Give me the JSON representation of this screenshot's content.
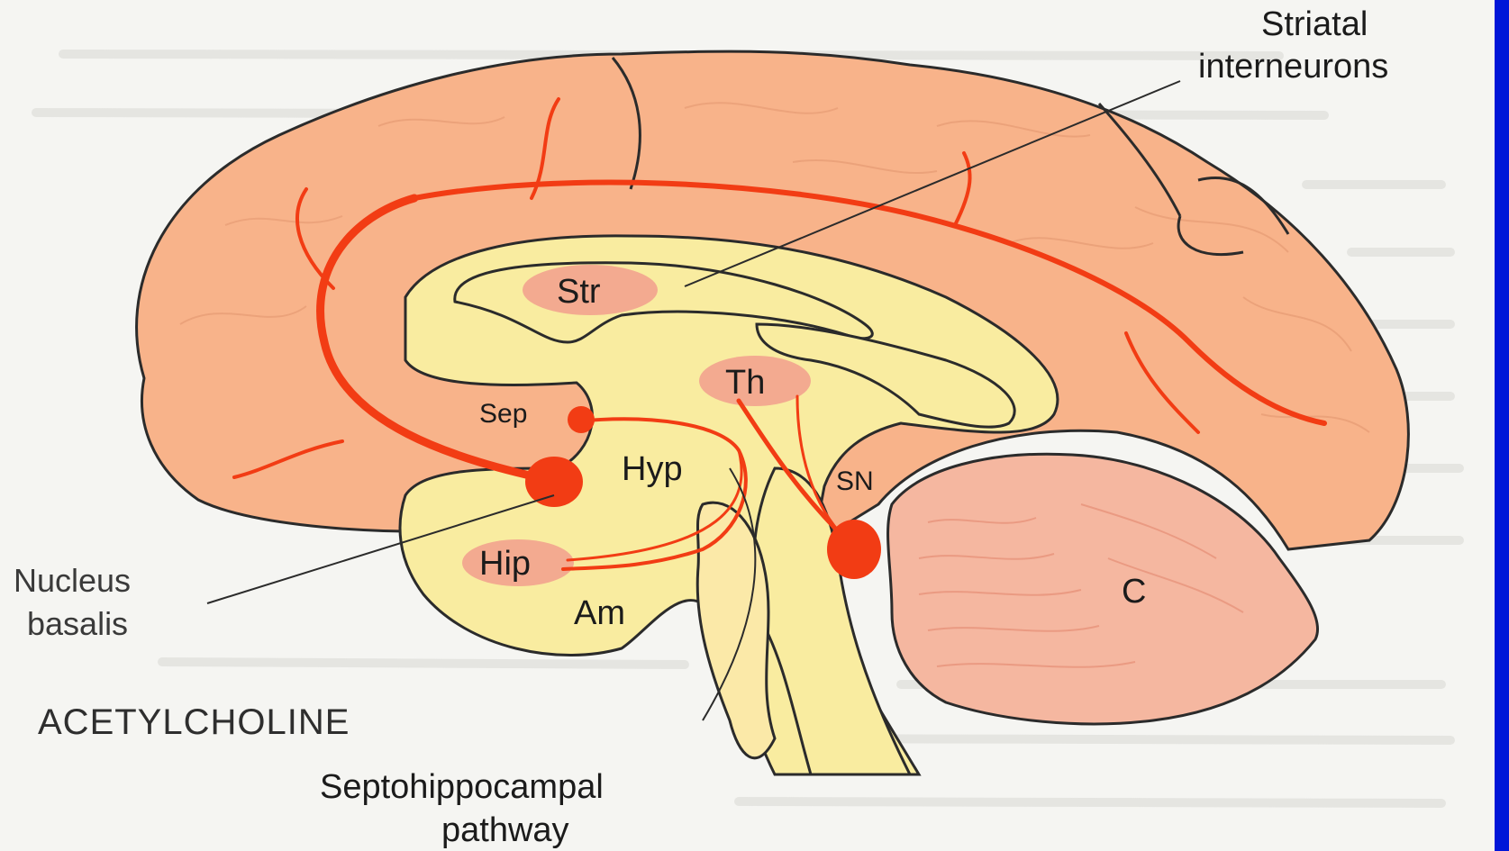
{
  "diagram": {
    "title": "ACETYLCHOLINE",
    "regions": {
      "striatum": "Str",
      "thalamus": "Th",
      "septum": "Sep",
      "hypothalamus": "Hyp",
      "substantia_nigra": "SN",
      "hippocampus": "Hip",
      "amygdala": "Am",
      "cerebellum": "C"
    },
    "callouts": {
      "striatal_line1": "Striatal",
      "striatal_line2": "interneurons",
      "nucleus_line1": "Nucleus",
      "nucleus_line2": "basalis",
      "septo_line1": "Septohippocampal",
      "septo_line2": "pathway"
    },
    "colors": {
      "cortex": "#f8b38a",
      "cortex_stroke": "#2b2b2b",
      "subcortical": "#f9eca0",
      "nucleus": "#f3aa90",
      "pathway": "#f23c14",
      "cerebellum": "#f5b7a0",
      "background": "#f5f5f2",
      "edge": "#0016d8"
    }
  }
}
